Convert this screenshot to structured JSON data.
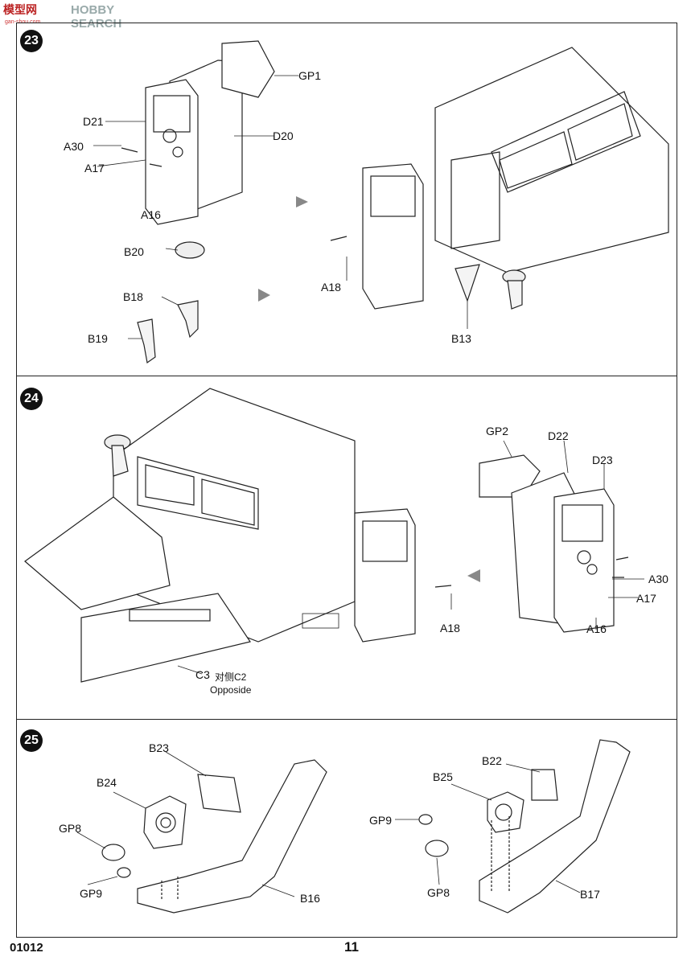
{
  "watermark": {
    "logo": "模型网",
    "text": "HOBBY SEARCH",
    "url": "gan-shou.com"
  },
  "steps": [
    {
      "number": "23",
      "labels": [
        "GP1",
        "D21",
        "D20",
        "A30",
        "A17",
        "A16",
        "B20",
        "B18",
        "B19",
        "A18",
        "B13"
      ]
    },
    {
      "number": "24",
      "labels": [
        "GP2",
        "D22",
        "D23",
        "A30",
        "A17",
        "A16",
        "A18",
        "C3",
        "对侧C2",
        "Opposide"
      ]
    },
    {
      "number": "25",
      "labels": [
        "B23",
        "B24",
        "GP8",
        "GP9",
        "B16",
        "B22",
        "B25",
        "GP9",
        "GP8",
        "B17"
      ]
    }
  ],
  "footer": {
    "code": "01012",
    "page": "11"
  }
}
